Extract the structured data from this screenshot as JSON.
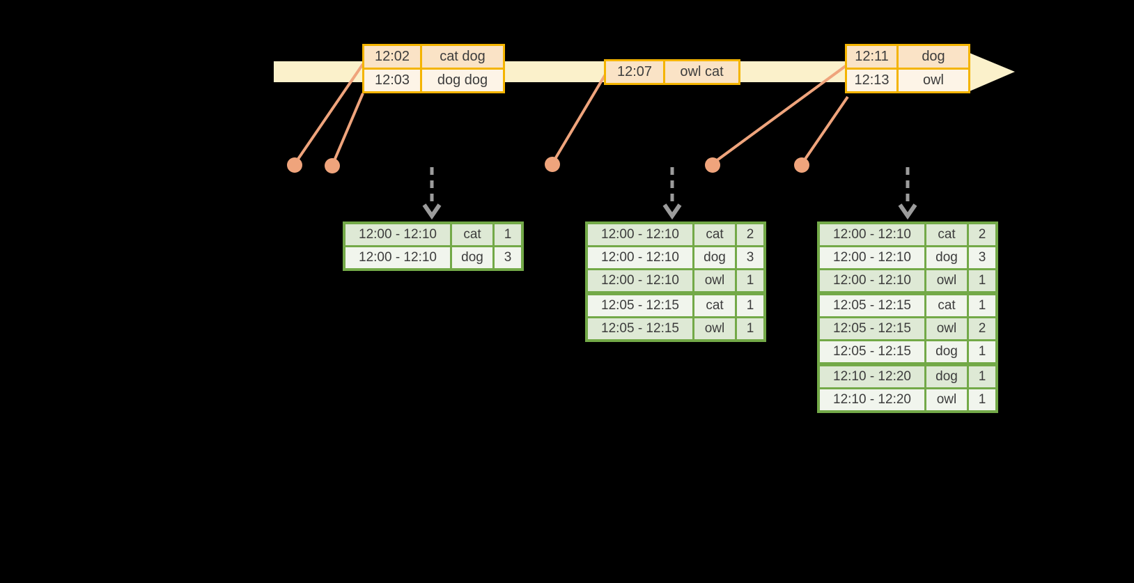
{
  "colors": {
    "background": "#000000",
    "timeline_fill": "#fbf1cb",
    "event_table_border": "#f4b400",
    "event_row_fill_primary": "#fae3c6",
    "event_row_fill_secondary": "#fdf4e7",
    "event_dot_and_line": "#efa47c",
    "trigger_arrow_gray": "#9c9c9c",
    "result_table_border": "#73a948",
    "result_row_fill_odd": "#dee9d5",
    "result_row_fill_even": "#f1f5ed",
    "text": "#3c3c3c"
  },
  "event_tables": [
    {
      "rows": [
        [
          "12:02",
          "cat dog"
        ],
        [
          "12:03",
          "dog dog"
        ]
      ]
    },
    {
      "rows": [
        [
          "12:07",
          "owl cat"
        ]
      ]
    },
    {
      "rows": [
        [
          "12:11",
          "dog"
        ],
        [
          "12:13",
          "owl"
        ]
      ]
    }
  ],
  "result_tables": [
    {
      "rows": [
        [
          "12:00 - 12:10",
          "cat",
          "1"
        ],
        [
          "12:00 - 12:10",
          "dog",
          "3"
        ]
      ]
    },
    {
      "rows": [
        [
          "12:00 - 12:10",
          "cat",
          "2"
        ],
        [
          "12:00 - 12:10",
          "dog",
          "3"
        ],
        [
          "12:00 - 12:10",
          "owl",
          "1"
        ],
        [
          "12:05 - 12:15",
          "cat",
          "1"
        ],
        [
          "12:05 - 12:15",
          "owl",
          "1"
        ]
      ]
    },
    {
      "rows": [
        [
          "12:00 - 12:10",
          "cat",
          "2"
        ],
        [
          "12:00 - 12:10",
          "dog",
          "3"
        ],
        [
          "12:00 - 12:10",
          "owl",
          "1"
        ],
        [
          "12:05 - 12:15",
          "cat",
          "1"
        ],
        [
          "12:05 - 12:15",
          "owl",
          "2"
        ],
        [
          "12:05 - 12:15",
          "dog",
          "1"
        ],
        [
          "12:10 - 12:20",
          "dog",
          "1"
        ],
        [
          "12:10 - 12:20",
          "owl",
          "1"
        ]
      ]
    }
  ]
}
